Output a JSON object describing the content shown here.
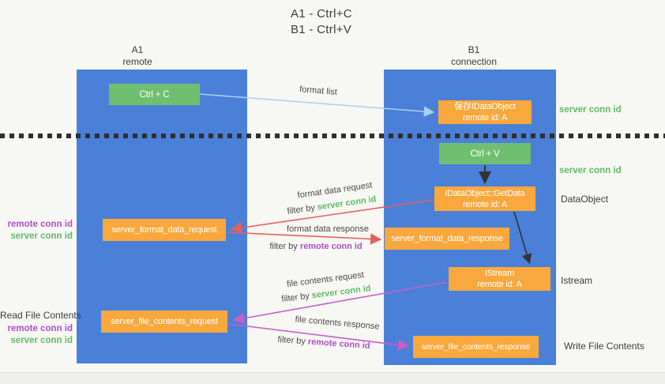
{
  "title": {
    "line1": "A1 - Ctrl+C",
    "line2": "B1 - Ctrl+V"
  },
  "lanes": {
    "left": {
      "title": "A1",
      "subtitle": "remote"
    },
    "right": {
      "title": "B1",
      "subtitle": "connection"
    }
  },
  "nodes": {
    "ctrl_c": {
      "label": "Ctrl + C"
    },
    "ctrl_v": {
      "label": "Ctrl + V"
    },
    "save_dataobject": {
      "line1": "保存IDataObject",
      "line2": "remote id: A"
    },
    "getdata": {
      "line1": "IDataObject::GetData",
      "line2": "remote id: A"
    },
    "istream": {
      "line1": "IStream",
      "line2": "remote id: A"
    },
    "server_format_data_request": {
      "label": "server_format_data_request"
    },
    "server_format_data_response": {
      "label": "server_format_data_response"
    },
    "server_file_contents_request": {
      "label": "server_file_contents_request"
    },
    "server_file_contents_response": {
      "label": "server_file_contents_response"
    }
  },
  "arrow_labels": {
    "format_list": "format list",
    "format_data_request": "format data request",
    "format_data_response": "format data response",
    "file_contents_request": "file contents request",
    "file_contents_response": "file contents response",
    "filter_by": "filter by ",
    "server_conn_id": "server conn id",
    "remote_conn_id": "remote conn id"
  },
  "side_labels": {
    "server_conn_id_top": "server conn id",
    "server_conn_id_mid": "server conn id",
    "dataobject": "DataObject",
    "istream": "Istream",
    "write_file_contents": "Write File Contents",
    "read_file_contents": "Read File Contents",
    "remote_conn_id_1": "remote conn id",
    "server_conn_id_1": "server conn id",
    "remote_conn_id_2": "remote conn id",
    "server_conn_id_2": "server conn id"
  },
  "colors": {
    "lane_blue": "#4a80d8",
    "node_orange": "#f9a83d",
    "node_green": "#6fbf70",
    "text_green": "#5fbc66",
    "text_purple": "#b04fc8",
    "arrow_red": "#e26060",
    "arrow_magenta": "#c65fc6",
    "arrow_light_blue": "#a8d2ec",
    "arrow_black": "#333333"
  }
}
